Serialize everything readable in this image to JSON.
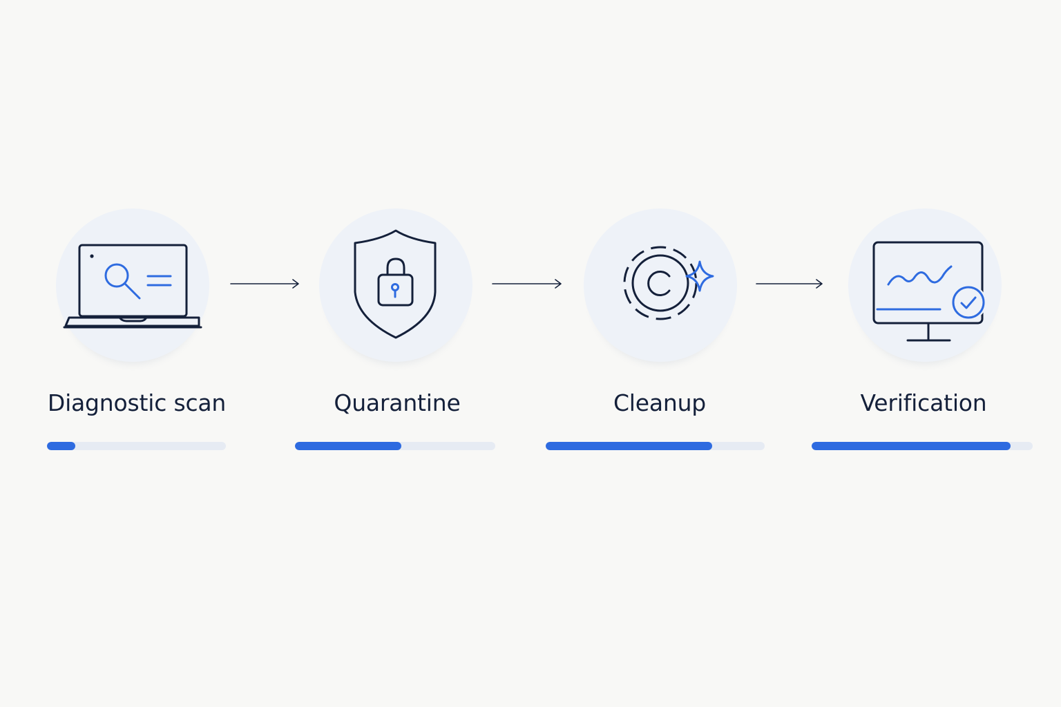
{
  "colors": {
    "background": "#f8f8f6",
    "circle": "#eef2f8",
    "stroke": "#14203a",
    "accent": "#2e6be0",
    "track": "#e6ebf3"
  },
  "steps": [
    {
      "label": "Diagnostic scan",
      "icon": "laptop-magnifier-icon",
      "progress": 0.16
    },
    {
      "label": "Quarantine",
      "icon": "shield-lock-icon",
      "progress": 0.53
    },
    {
      "label": "Cleanup",
      "icon": "gear-sparkle-icon",
      "progress": 0.76
    },
    {
      "label": "Verification",
      "icon": "monitor-check-icon",
      "progress": 0.9
    }
  ],
  "connectors": [
    "arrow-right-icon",
    "arrow-right-icon",
    "arrow-right-icon"
  ]
}
